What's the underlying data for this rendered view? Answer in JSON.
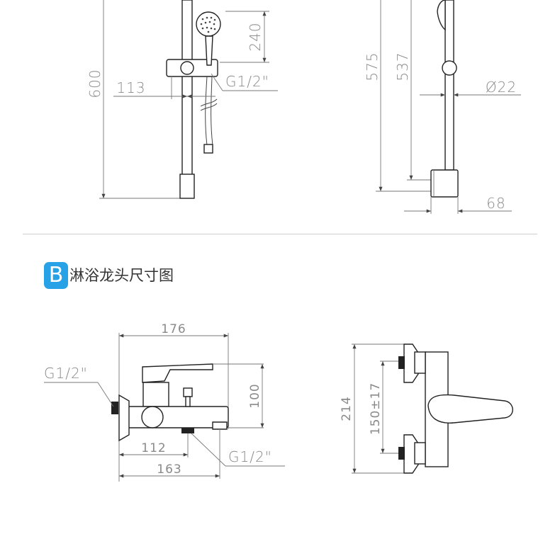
{
  "section_b": {
    "badge": "B",
    "title": "淋浴龙头尺寸图"
  },
  "top_left": {
    "dim_height": "600",
    "dim_head": "240",
    "dim_offset": "113",
    "thread": "G1/2\""
  },
  "top_right": {
    "dim_575": "575",
    "dim_537": "537",
    "dim_diameter": "Ø22",
    "dim_depth": "68"
  },
  "bottom_left": {
    "dim_width": "176",
    "dim_height": "100",
    "dim_inner": "112",
    "dim_total": "163",
    "thread_left": "G1/2\"",
    "thread_bottom": "G1/2\""
  },
  "bottom_right": {
    "dim_height": "214",
    "dim_spacing": "150±17"
  }
}
